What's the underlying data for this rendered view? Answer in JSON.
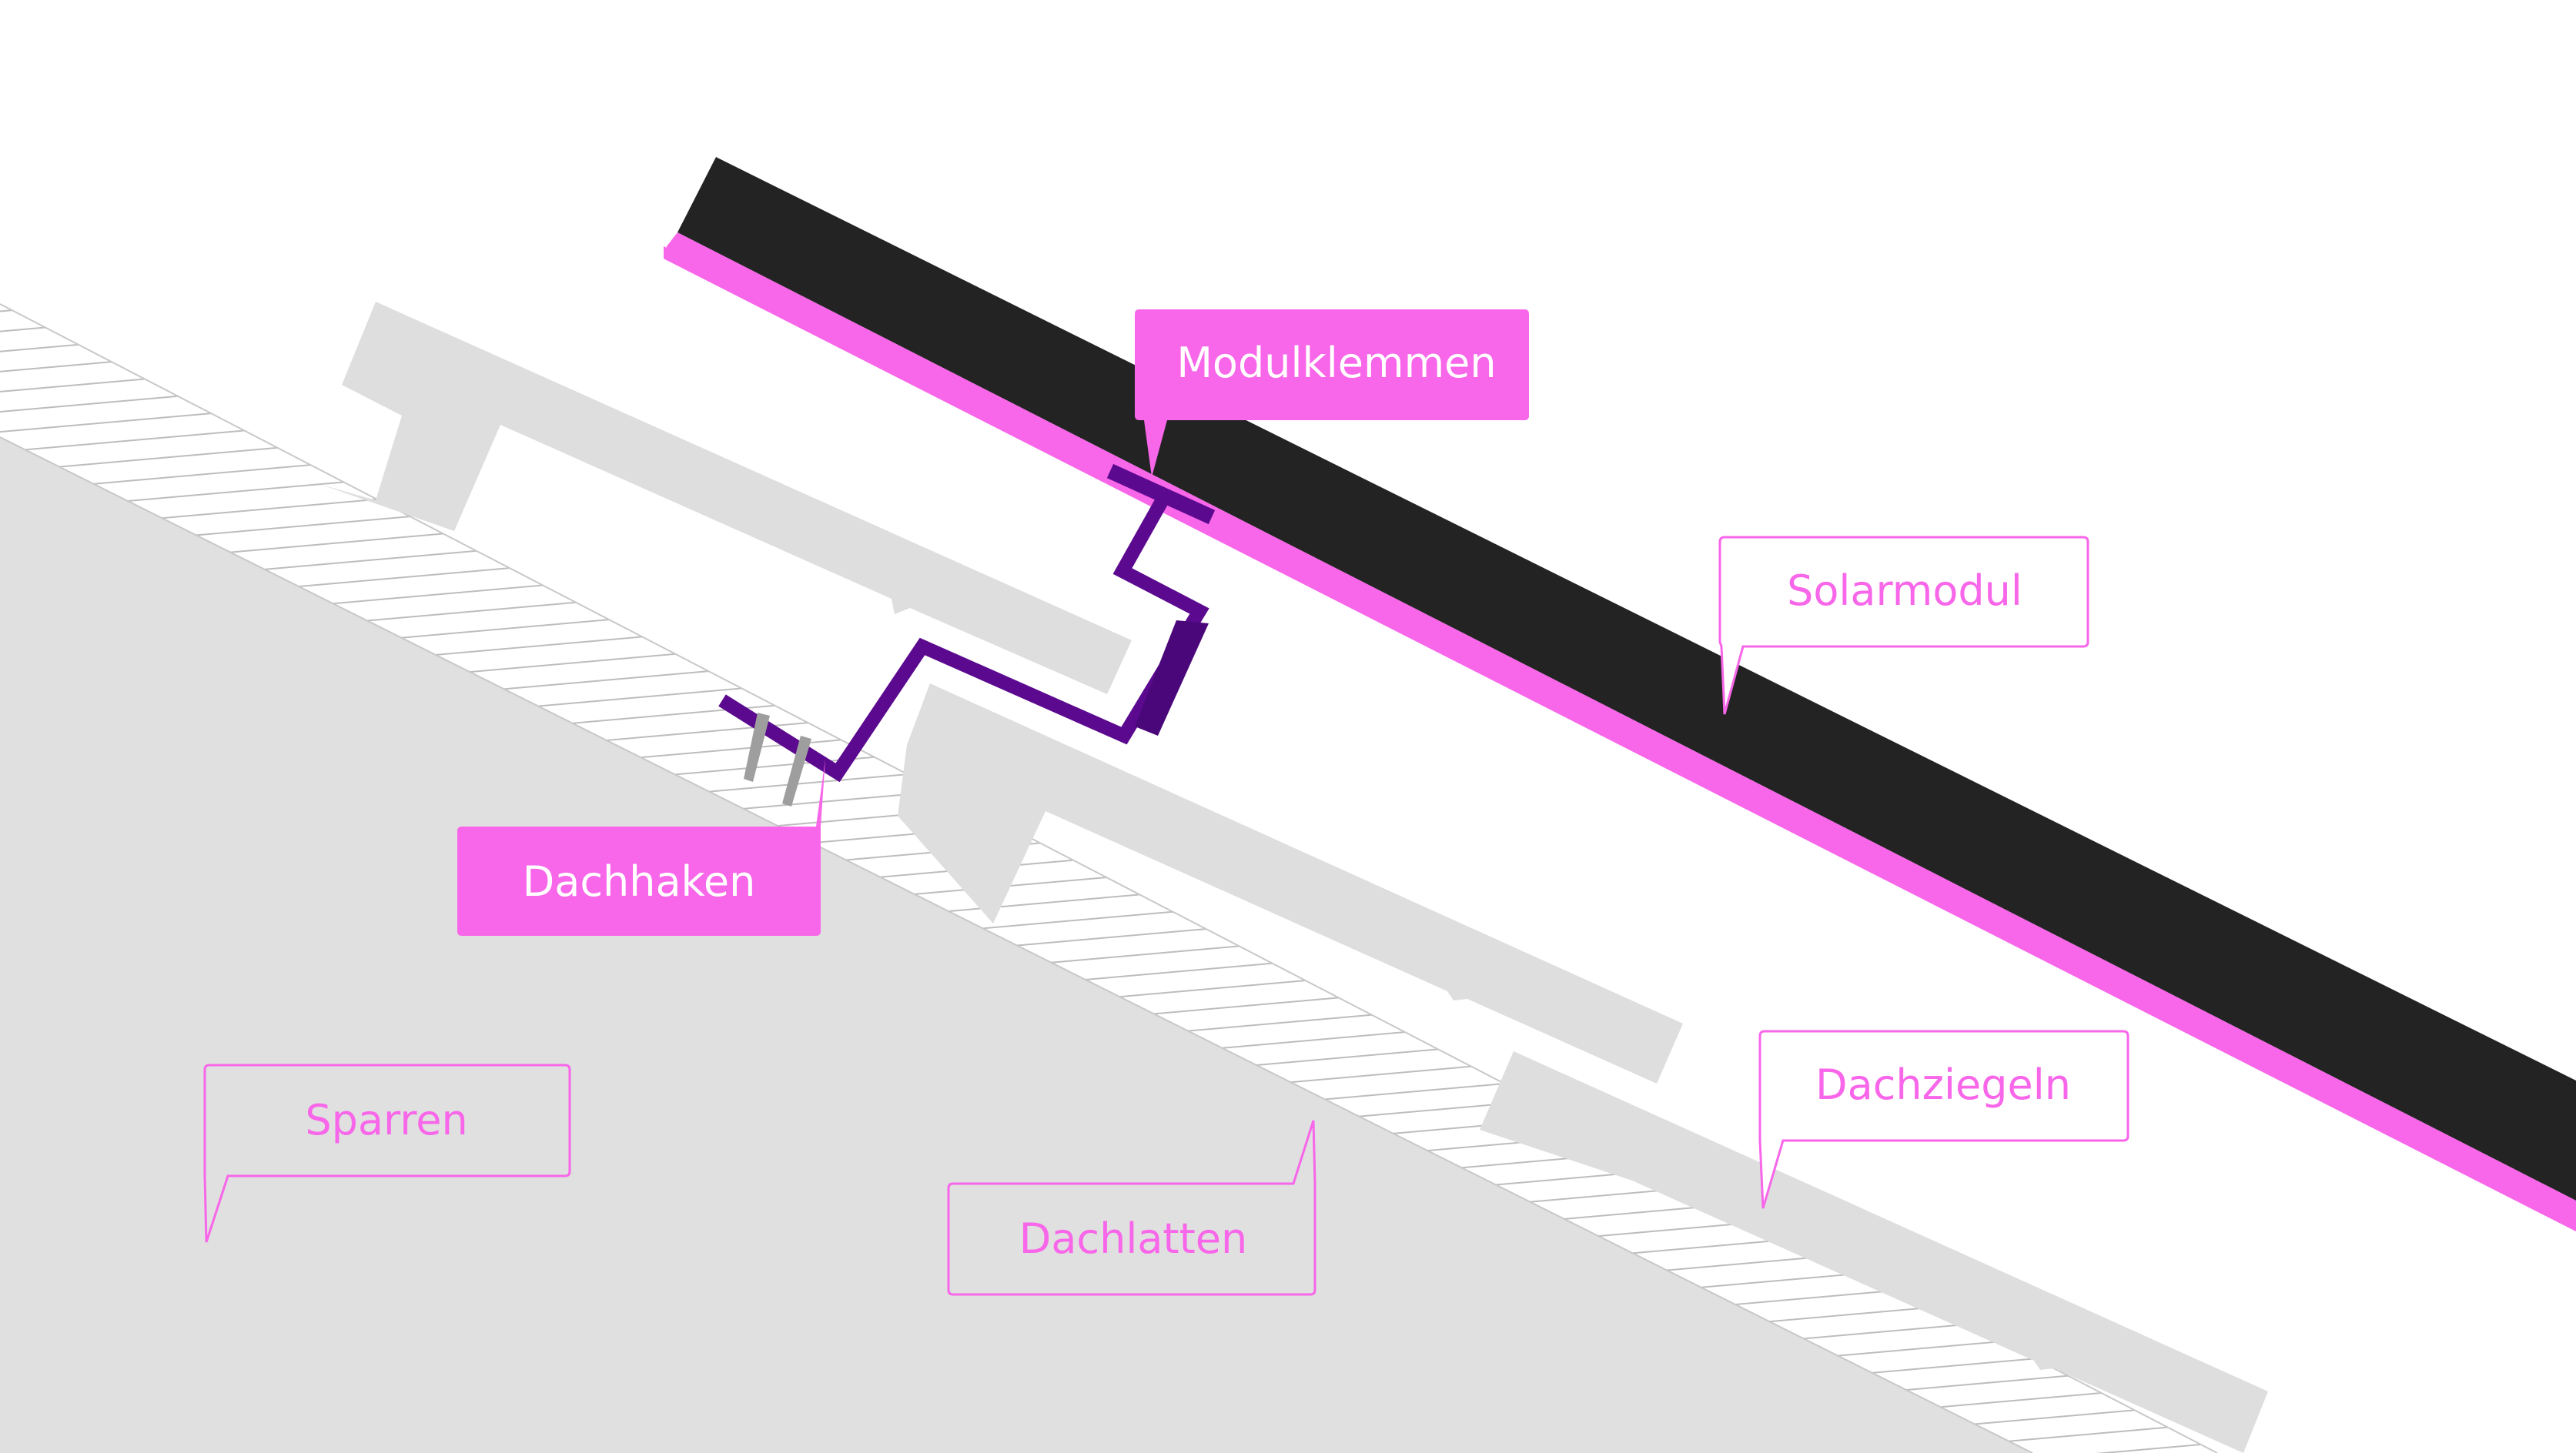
{
  "colors": {
    "accent_pink": "#F866E9",
    "hook_purple": "#5B0A8F",
    "hook_purple_dark": "#4A077A",
    "panel_black": "#232323",
    "roof_gray": "#E0E0E0",
    "tile_gray": "#DEDEDE",
    "hatch_gray": "#BDBDBD",
    "screw_gray": "#9E9E9E",
    "white": "#FFFFFF"
  },
  "labels": {
    "modulklemmen": "Modulklemmen",
    "solarmodul": "Solarmodul",
    "dachhaken": "Dachhaken",
    "sparren": "Sparren",
    "dachlatten": "Dachlatten",
    "dachziegeln": "Dachziegeln"
  },
  "icons": {
    "screw": "screw-icon"
  }
}
